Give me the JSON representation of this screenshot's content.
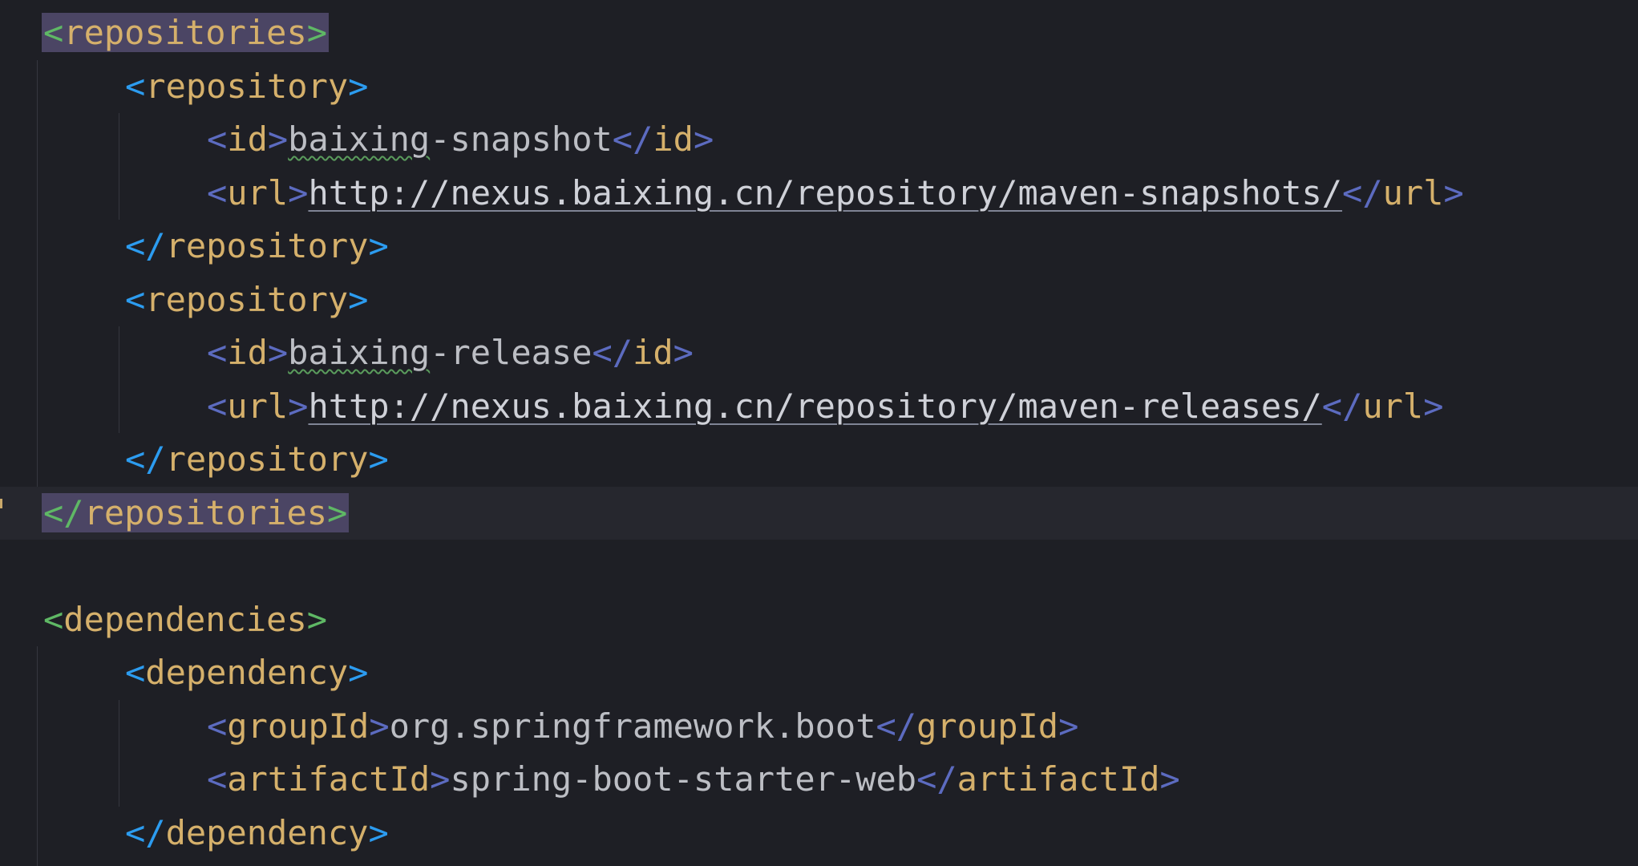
{
  "theme": {
    "background": "#1e1f25",
    "current_line": "#26272e",
    "tag_match_highlight": "#4b4564",
    "bracket_outer": "#5fb865",
    "bracket_level1": "#2c9cf0",
    "bracket_level2": "#5c6bc0",
    "tag_name": "#d5b06b",
    "text": "#bcbec4",
    "url_text": "#cfd1d8",
    "indent_guide": "#35373f"
  },
  "editor": {
    "lines": [
      {
        "indent": 0,
        "kind": "open",
        "bracket": "outer",
        "tag": "repositories",
        "highlight": true
      },
      {
        "indent": 1,
        "kind": "open",
        "bracket": "level1",
        "tag": "repository"
      },
      {
        "indent": 2,
        "kind": "element",
        "bracket": "level2",
        "tag": "id",
        "value": "baixing-snapshot",
        "squiggle_word": "baixing",
        "value_rest": "-snapshot"
      },
      {
        "indent": 2,
        "kind": "element",
        "bracket": "level2",
        "tag": "url",
        "value": "http://nexus.baixing.cn/repository/maven-snapshots/",
        "link": true
      },
      {
        "indent": 1,
        "kind": "close",
        "bracket": "level1",
        "tag": "repository"
      },
      {
        "indent": 1,
        "kind": "open",
        "bracket": "level1",
        "tag": "repository"
      },
      {
        "indent": 2,
        "kind": "element",
        "bracket": "level2",
        "tag": "id",
        "value": "baixing-release",
        "squiggle_word": "baixing",
        "value_rest": "-release"
      },
      {
        "indent": 2,
        "kind": "element",
        "bracket": "level2",
        "tag": "url",
        "value": "http://nexus.baixing.cn/repository/maven-releases/",
        "link": true
      },
      {
        "indent": 1,
        "kind": "close",
        "bracket": "level1",
        "tag": "repository"
      },
      {
        "indent": 0,
        "kind": "close",
        "bracket": "outer",
        "tag": "repositories",
        "highlight": true,
        "current": true
      },
      {
        "indent": 0,
        "kind": "blank"
      },
      {
        "indent": 0,
        "kind": "open",
        "bracket": "outer",
        "tag": "dependencies"
      },
      {
        "indent": 1,
        "kind": "open",
        "bracket": "level1",
        "tag": "dependency"
      },
      {
        "indent": 2,
        "kind": "element",
        "bracket": "level2",
        "tag": "groupId",
        "value": "org.springframework.boot"
      },
      {
        "indent": 2,
        "kind": "element",
        "bracket": "level2",
        "tag": "artifactId",
        "value": "spring-boot-starter-web"
      },
      {
        "indent": 1,
        "kind": "close",
        "bracket": "level1",
        "tag": "dependency"
      }
    ]
  }
}
